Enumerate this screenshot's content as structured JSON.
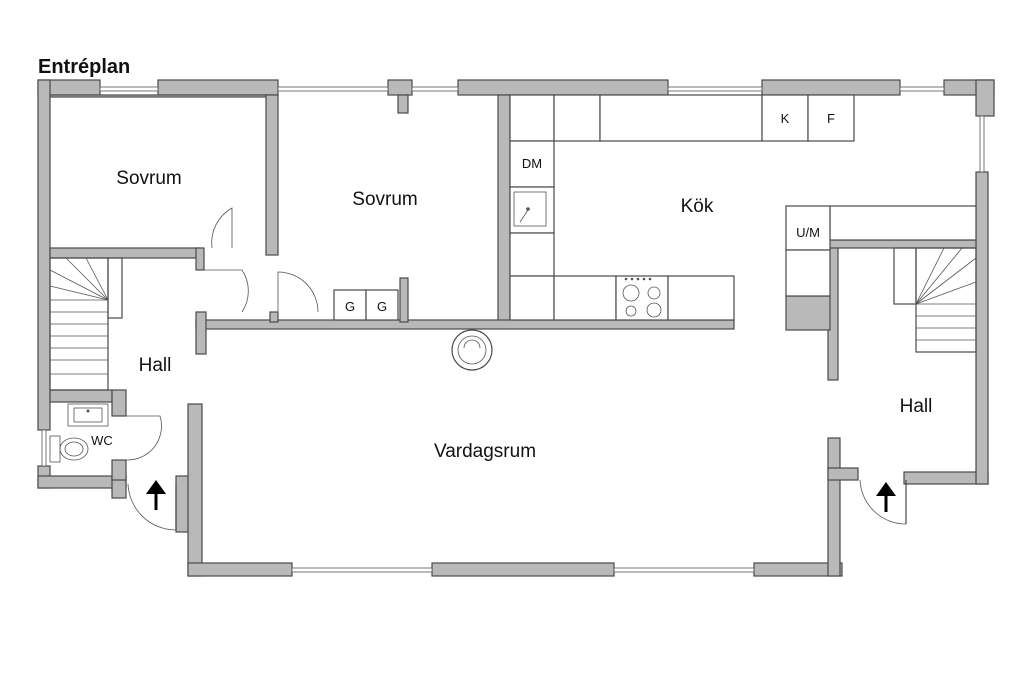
{
  "plan": {
    "title": "Entréplan",
    "rooms": {
      "bedroom_left": "Sovrum",
      "bedroom_mid": "Sovrum",
      "kitchen": "Kök",
      "hall_left": "Hall",
      "hall_right": "Hall",
      "living": "Vardagsrum",
      "wc": "WC"
    },
    "fixtures": {
      "fridge": "K",
      "freezer": "F",
      "dishwasher": "DM",
      "microwave": "U/M",
      "wardrobe_1": "G",
      "wardrobe_2": "G"
    },
    "colors": {
      "wall_fill": "#b9b9b9",
      "wall_stroke": "#4a4a4a",
      "background": "#ffffff"
    }
  }
}
